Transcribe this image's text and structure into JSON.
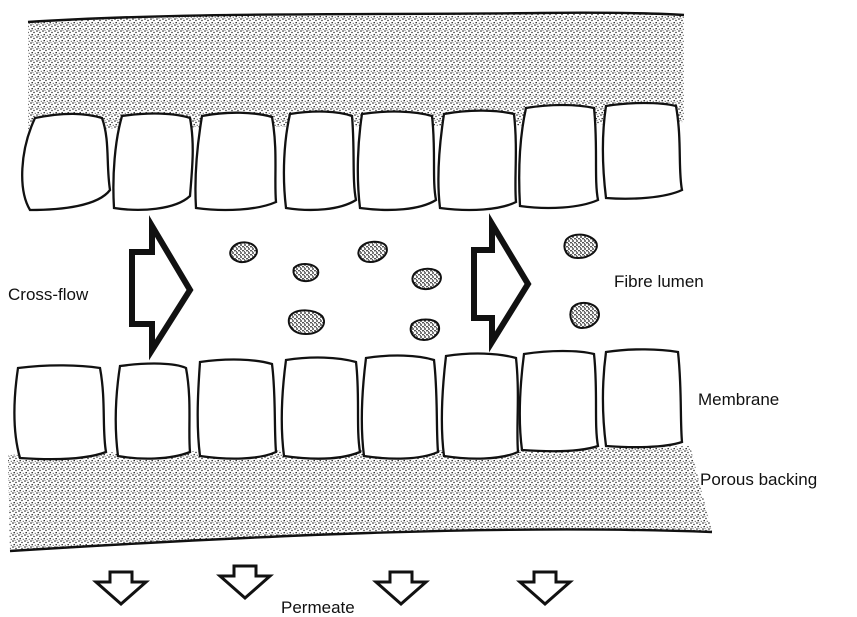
{
  "labels": {
    "cross_flow": "Cross-flow",
    "fibre_lumen": "Fibre lumen",
    "membrane": "Membrane",
    "porous_backing": "Porous backing",
    "permeate": "Permeate"
  },
  "colors": {
    "ink": "#111111",
    "paper": "#ffffff",
    "stipple": "#1a1a1a"
  }
}
